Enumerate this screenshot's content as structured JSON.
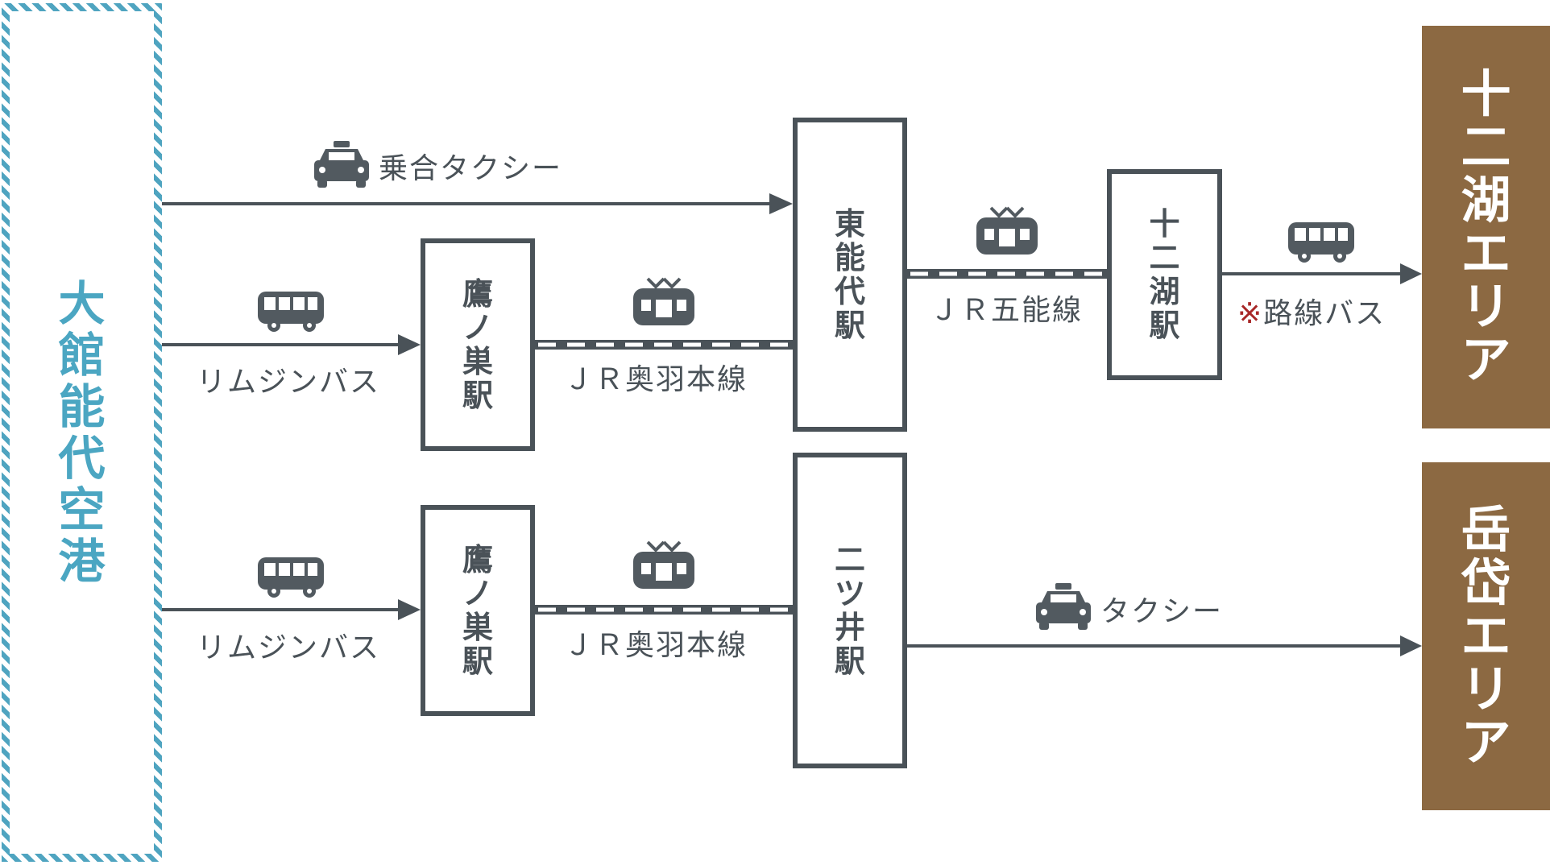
{
  "origin": {
    "name": [
      "大",
      "館",
      "能",
      "代",
      "空",
      "港"
    ],
    "color": "#4ba6c2"
  },
  "destinations": {
    "juniko": {
      "name": [
        "十",
        "二",
        "湖",
        "エ",
        "リ",
        "ア"
      ],
      "color": "#8c6942"
    },
    "dakedai": {
      "name": [
        "岳",
        "岱",
        "エ",
        "リ",
        "ア"
      ],
      "color": "#8c6942"
    }
  },
  "stations": {
    "higashinoshiro": [
      "東",
      "能",
      "代",
      "駅"
    ],
    "takanosu_1": [
      "鷹",
      "ノ",
      "巣",
      "駅"
    ],
    "takanosu_2": [
      "鷹",
      "ノ",
      "巣",
      "駅"
    ],
    "juniko": [
      "十",
      "二",
      "湖",
      "駅"
    ],
    "futatsui": [
      "二",
      "ツ",
      "井",
      "駅"
    ]
  },
  "routes": {
    "shared_taxi": "乗合タクシー",
    "limousine_1": "リムジンバス",
    "limousine_2": "リムジンバス",
    "ou_line_1": "ＪＲ奥羽本線",
    "ou_line_2": "ＪＲ奥羽本線",
    "gono_line": "ＪＲ五能線",
    "route_bus_note": "※",
    "route_bus": "路線バス",
    "taxi": "タクシー"
  },
  "colors": {
    "line": "#4a5258",
    "icon": "#525a60"
  }
}
